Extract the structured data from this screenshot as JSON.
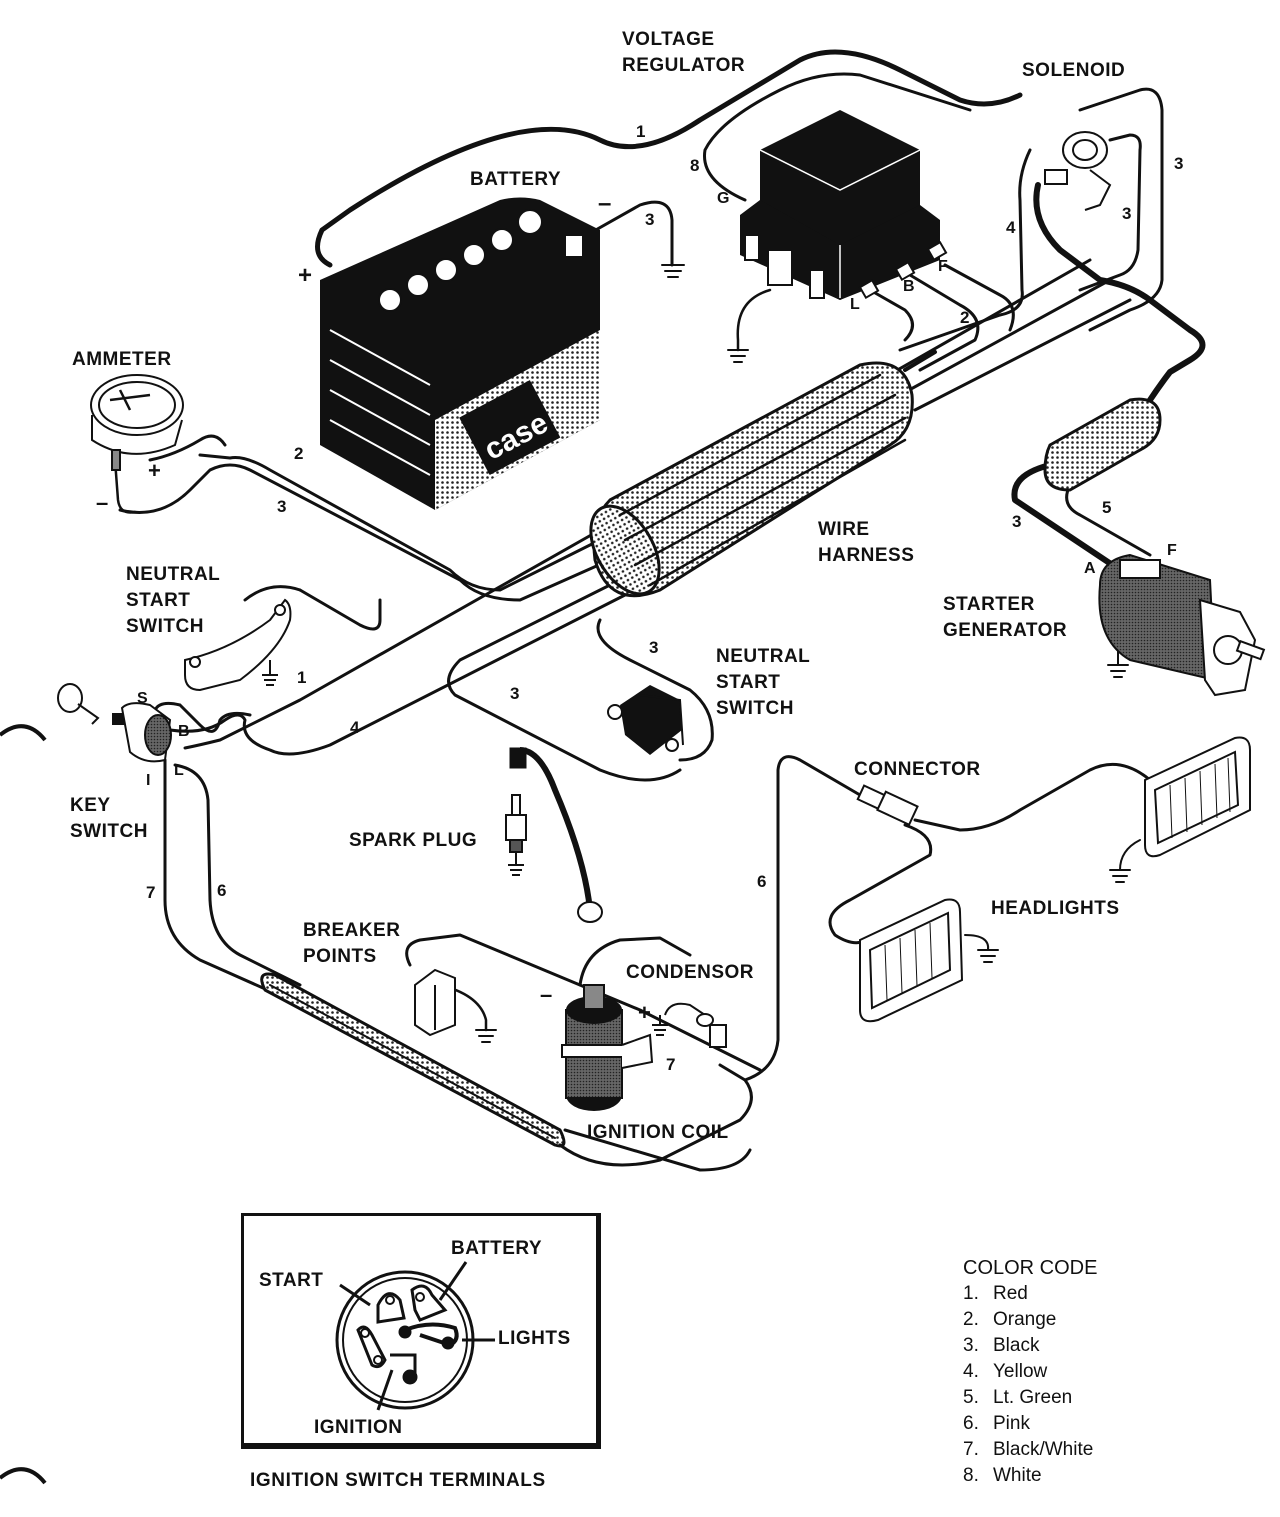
{
  "diagram": {
    "title": "Case tractor wiring diagram",
    "components": {
      "voltage_regulator": "VOLTAGE\nREGULATOR",
      "solenoid": "SOLENOID",
      "battery": "BATTERY",
      "ammeter": "AMMETER",
      "wire_harness": "WIRE\nHARNESS",
      "starter_generator": "STARTER\nGENERATOR",
      "neutral_start_switch_left": "NEUTRAL\nSTART\nSWITCH",
      "neutral_start_switch_right": "NEUTRAL\nSTART\nSWITCH",
      "key_switch": "KEY\nSWITCH",
      "spark_plug": "SPARK PLUG",
      "connector": "CONNECTOR",
      "headlights": "HEADLIGHTS",
      "breaker_points": "BREAKER\nPOINTS",
      "condensor": "CONDENSOR",
      "ignition_coil": "IGNITION COIL",
      "battery_brand": "case"
    },
    "terminals": {
      "regulator_g": "G",
      "regulator_l": "L",
      "regulator_b": "B",
      "regulator_f": "F",
      "starter_a": "A",
      "starter_f": "F",
      "key_s": "S",
      "key_b": "B",
      "key_i": "I",
      "key_l": "L",
      "plus": "+",
      "minus": "–"
    },
    "wire_numbers": {
      "w1_top": "1",
      "w8": "8",
      "w3_battery": "3",
      "w3_solenoid_outer": "3",
      "w3_solenoid_inner": "3",
      "w4_solenoid": "4",
      "w2_regulator": "2",
      "w2_ammeter": "2",
      "w3_ammeter": "3",
      "w3_starter": "3",
      "w5_starter": "5",
      "w1_neutral": "1",
      "w4_key": "4",
      "w3_mid": "3",
      "w3_neutral_right": "3",
      "w6_connector": "6",
      "w7_key": "7",
      "w6_key": "6",
      "w7_coil": "7"
    },
    "inset": {
      "start": "START",
      "battery": "BATTERY",
      "lights": "LIGHTS",
      "ignition": "IGNITION",
      "caption": "IGNITION SWITCH TERMINALS"
    },
    "color_code": {
      "title": "COLOR CODE",
      "items": [
        {
          "n": "1.",
          "color": "Red"
        },
        {
          "n": "2.",
          "color": "Orange"
        },
        {
          "n": "3.",
          "color": "Black"
        },
        {
          "n": "4.",
          "color": "Yellow"
        },
        {
          "n": "5.",
          "color": "Lt. Green"
        },
        {
          "n": "6.",
          "color": "Pink"
        },
        {
          "n": "7.",
          "color": "Black/White"
        },
        {
          "n": "8.",
          "color": "White"
        }
      ]
    }
  }
}
